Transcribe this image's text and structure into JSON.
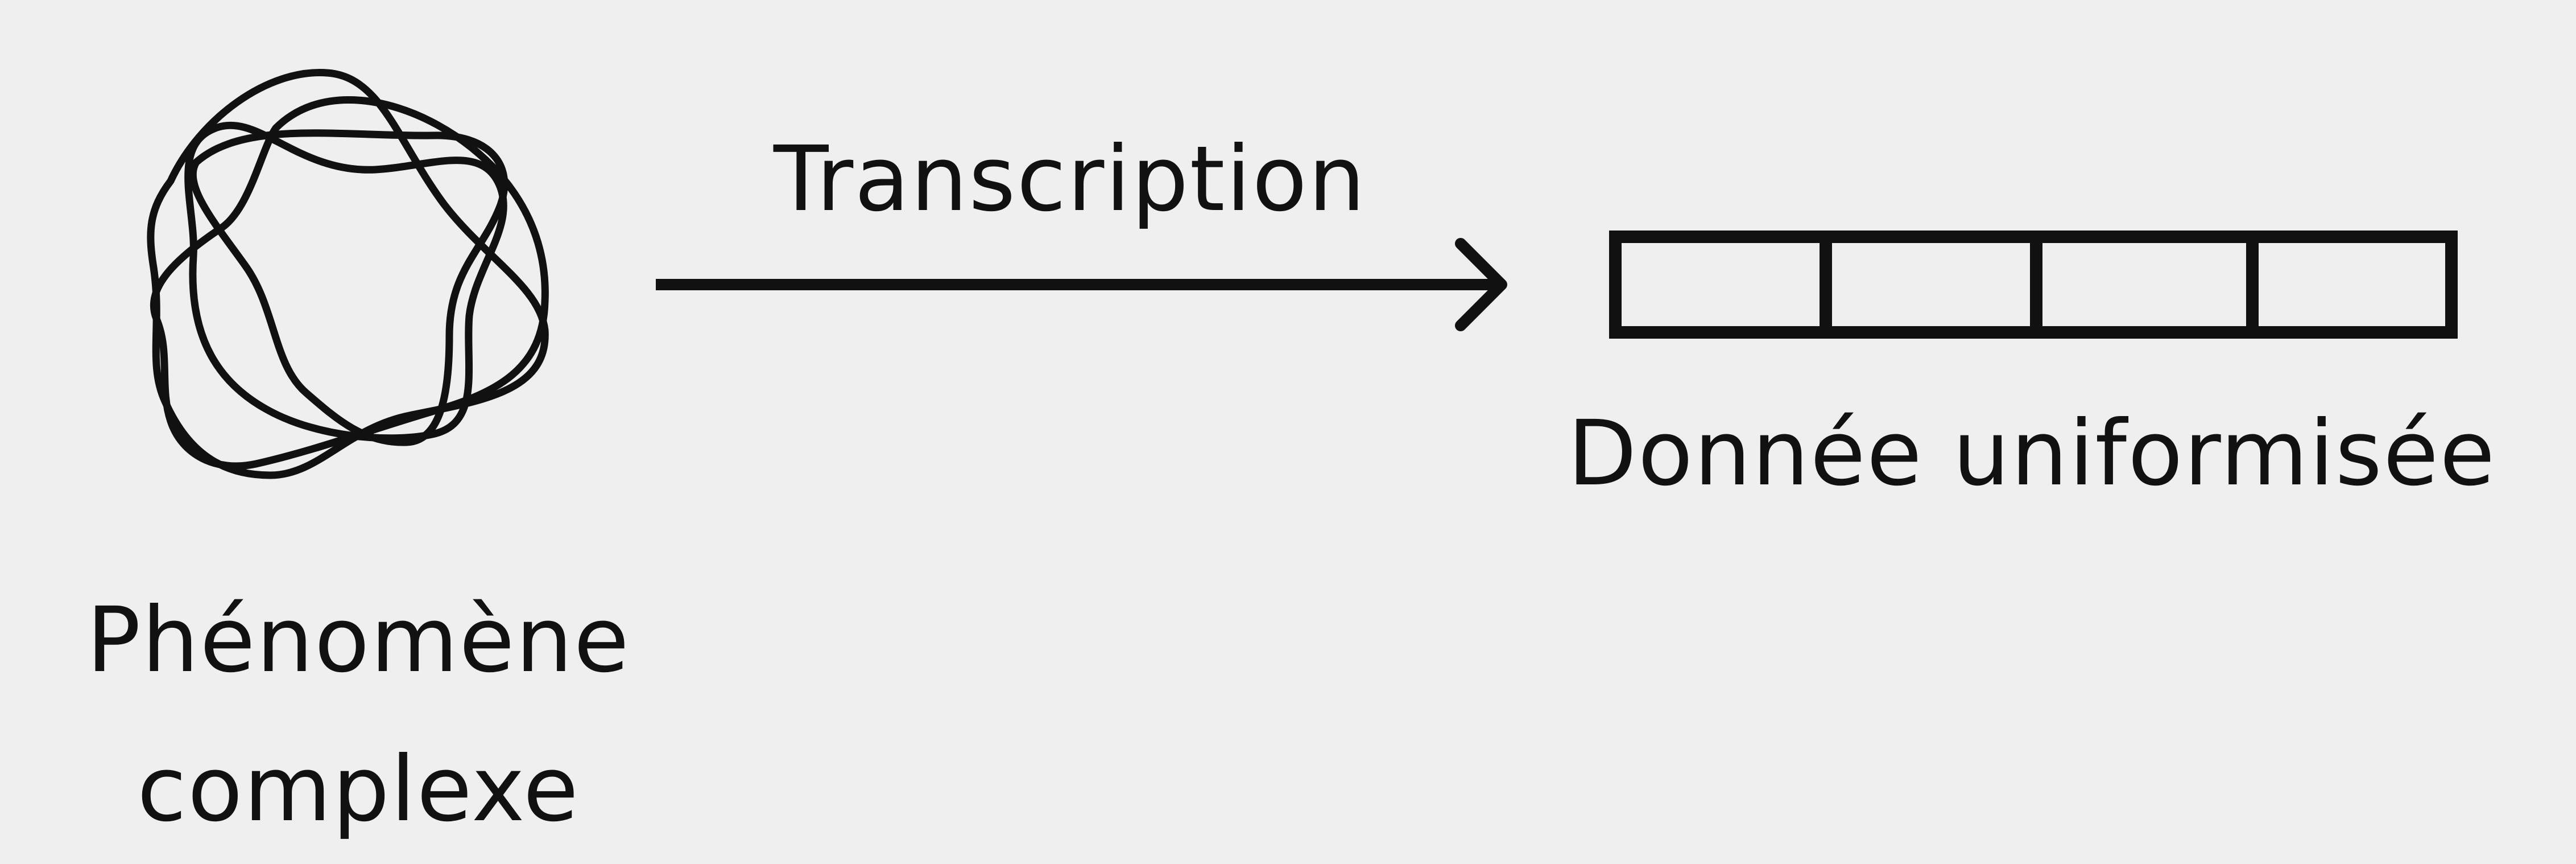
{
  "diagram": {
    "source_label": [
      "Phénomène",
      "complexe"
    ],
    "process_label": "Transcription",
    "result_label": "Donnée uniformisée",
    "result_cell_count": 4,
    "colors": {
      "background": "#efefef",
      "ink": "#111111"
    },
    "icons": {
      "source": "tangled-loops-icon",
      "process": "right-arrow-icon",
      "result": "segmented-bar-icon"
    }
  }
}
